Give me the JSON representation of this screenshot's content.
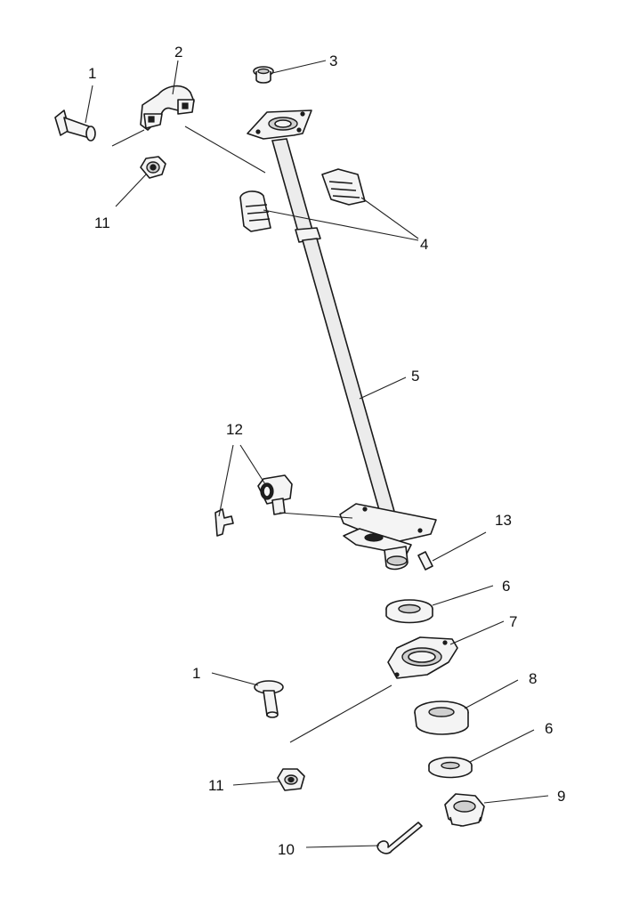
{
  "callouts": [
    {
      "id": "c1a",
      "text": "1"
    },
    {
      "id": "c2",
      "text": "2"
    },
    {
      "id": "c3",
      "text": "3"
    },
    {
      "id": "c11a",
      "text": "11"
    },
    {
      "id": "c4",
      "text": "4"
    },
    {
      "id": "c5",
      "text": "5"
    },
    {
      "id": "c12",
      "text": "12"
    },
    {
      "id": "c13",
      "text": "13"
    },
    {
      "id": "c6a",
      "text": "6"
    },
    {
      "id": "c7",
      "text": "7"
    },
    {
      "id": "c1b",
      "text": "1"
    },
    {
      "id": "c8",
      "text": "8"
    },
    {
      "id": "c6b",
      "text": "6"
    },
    {
      "id": "c11b",
      "text": "11"
    },
    {
      "id": "c9",
      "text": "9"
    },
    {
      "id": "c10",
      "text": "10"
    }
  ]
}
